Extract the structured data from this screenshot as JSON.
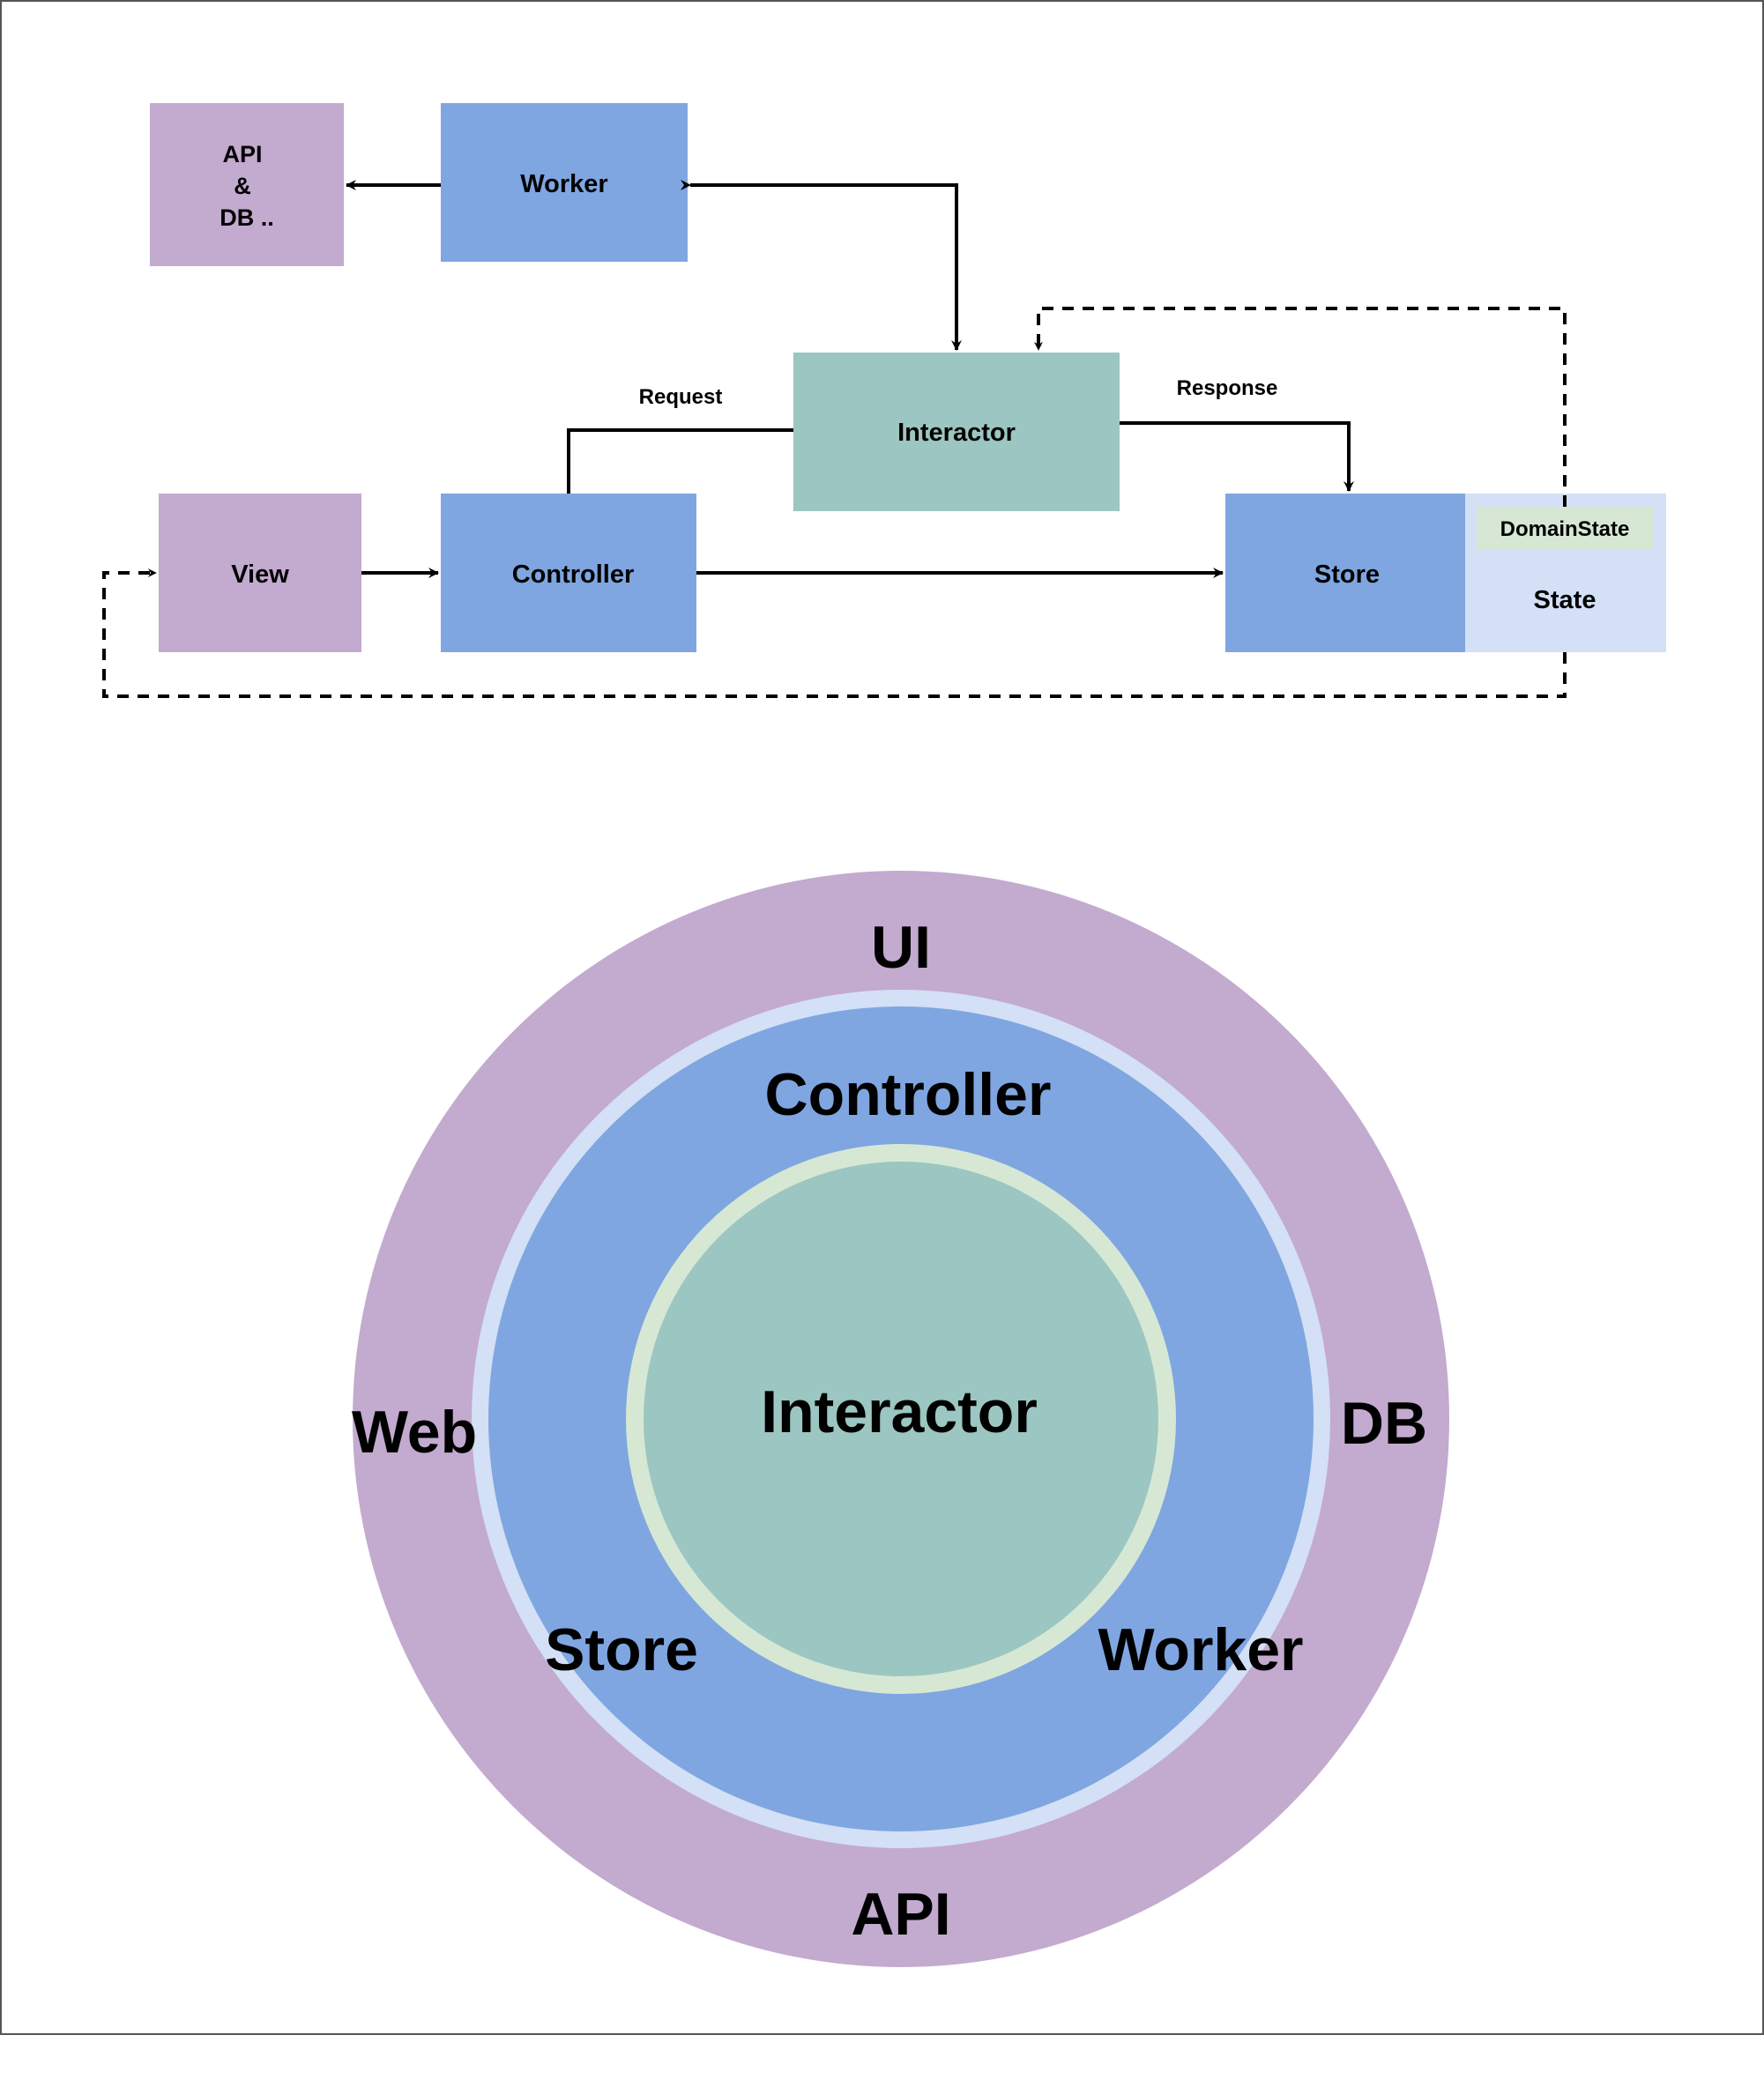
{
  "colors": {
    "purple": "#c3aacf",
    "blue": "#7fa6e0",
    "teal": "#9cc6c1",
    "light_blue": "#d3e0f5",
    "light_green": "#d6e8d4",
    "line": "#000000",
    "frame": "#555555"
  },
  "flow": {
    "api_db": [
      "API",
      "&",
      "DB .."
    ],
    "worker": "Worker",
    "interactor": "Interactor",
    "view": "View",
    "controller": "Controller",
    "store": "Store",
    "state": "State",
    "domain_state": "DomainState",
    "request_label": "Request",
    "response_label": "Response"
  },
  "layers": {
    "outer": {
      "top": "UI",
      "left": "Web",
      "right": "DB",
      "bottom": "API"
    },
    "middle": {
      "top": "Controller",
      "bottom_left": "Store",
      "bottom_right": "Worker"
    },
    "core": {
      "center": "Interactor"
    }
  }
}
